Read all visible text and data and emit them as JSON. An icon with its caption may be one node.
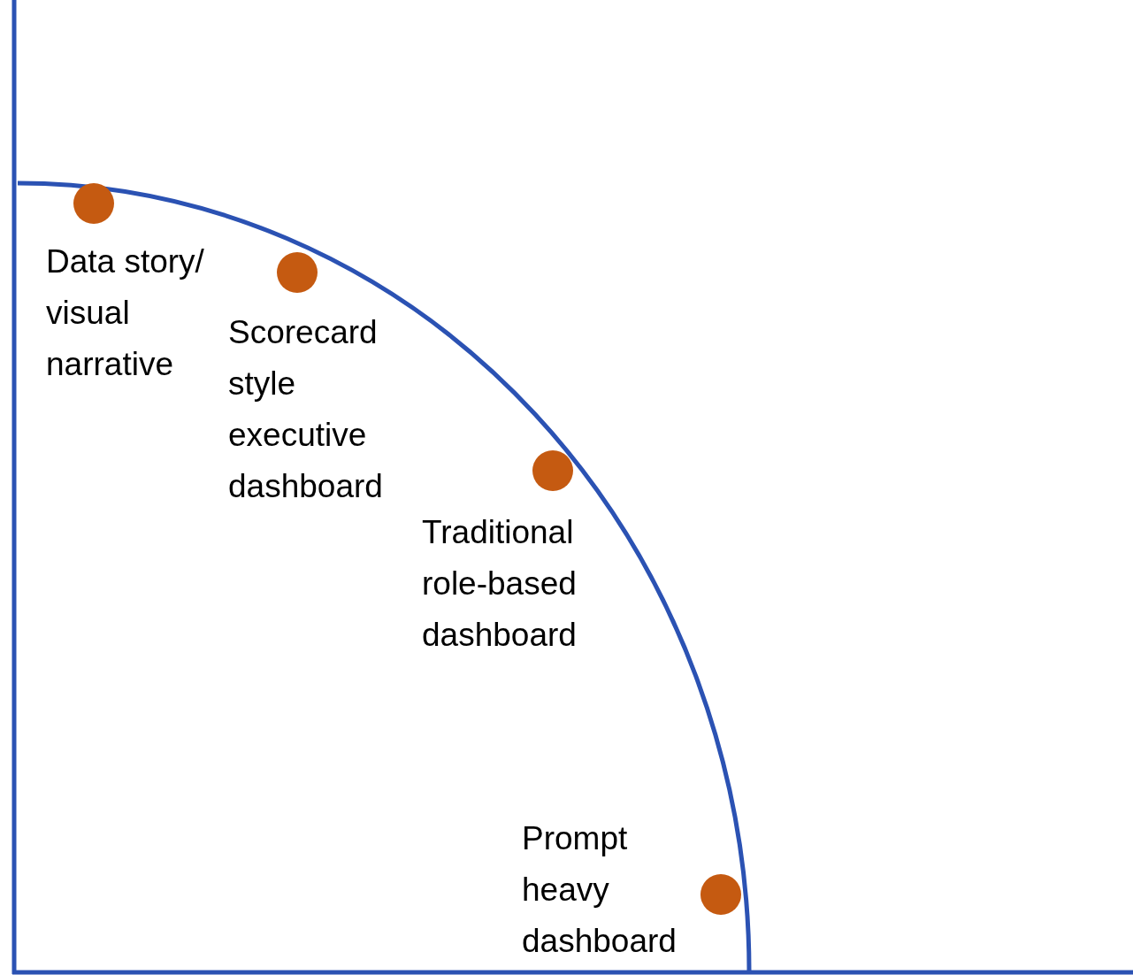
{
  "diagram": {
    "labels": [
      "Data story/ visual narrative",
      "Scorecard style executive dashboard",
      "Traditional role-based dashboard",
      "Prompt heavy dashboard"
    ]
  }
}
